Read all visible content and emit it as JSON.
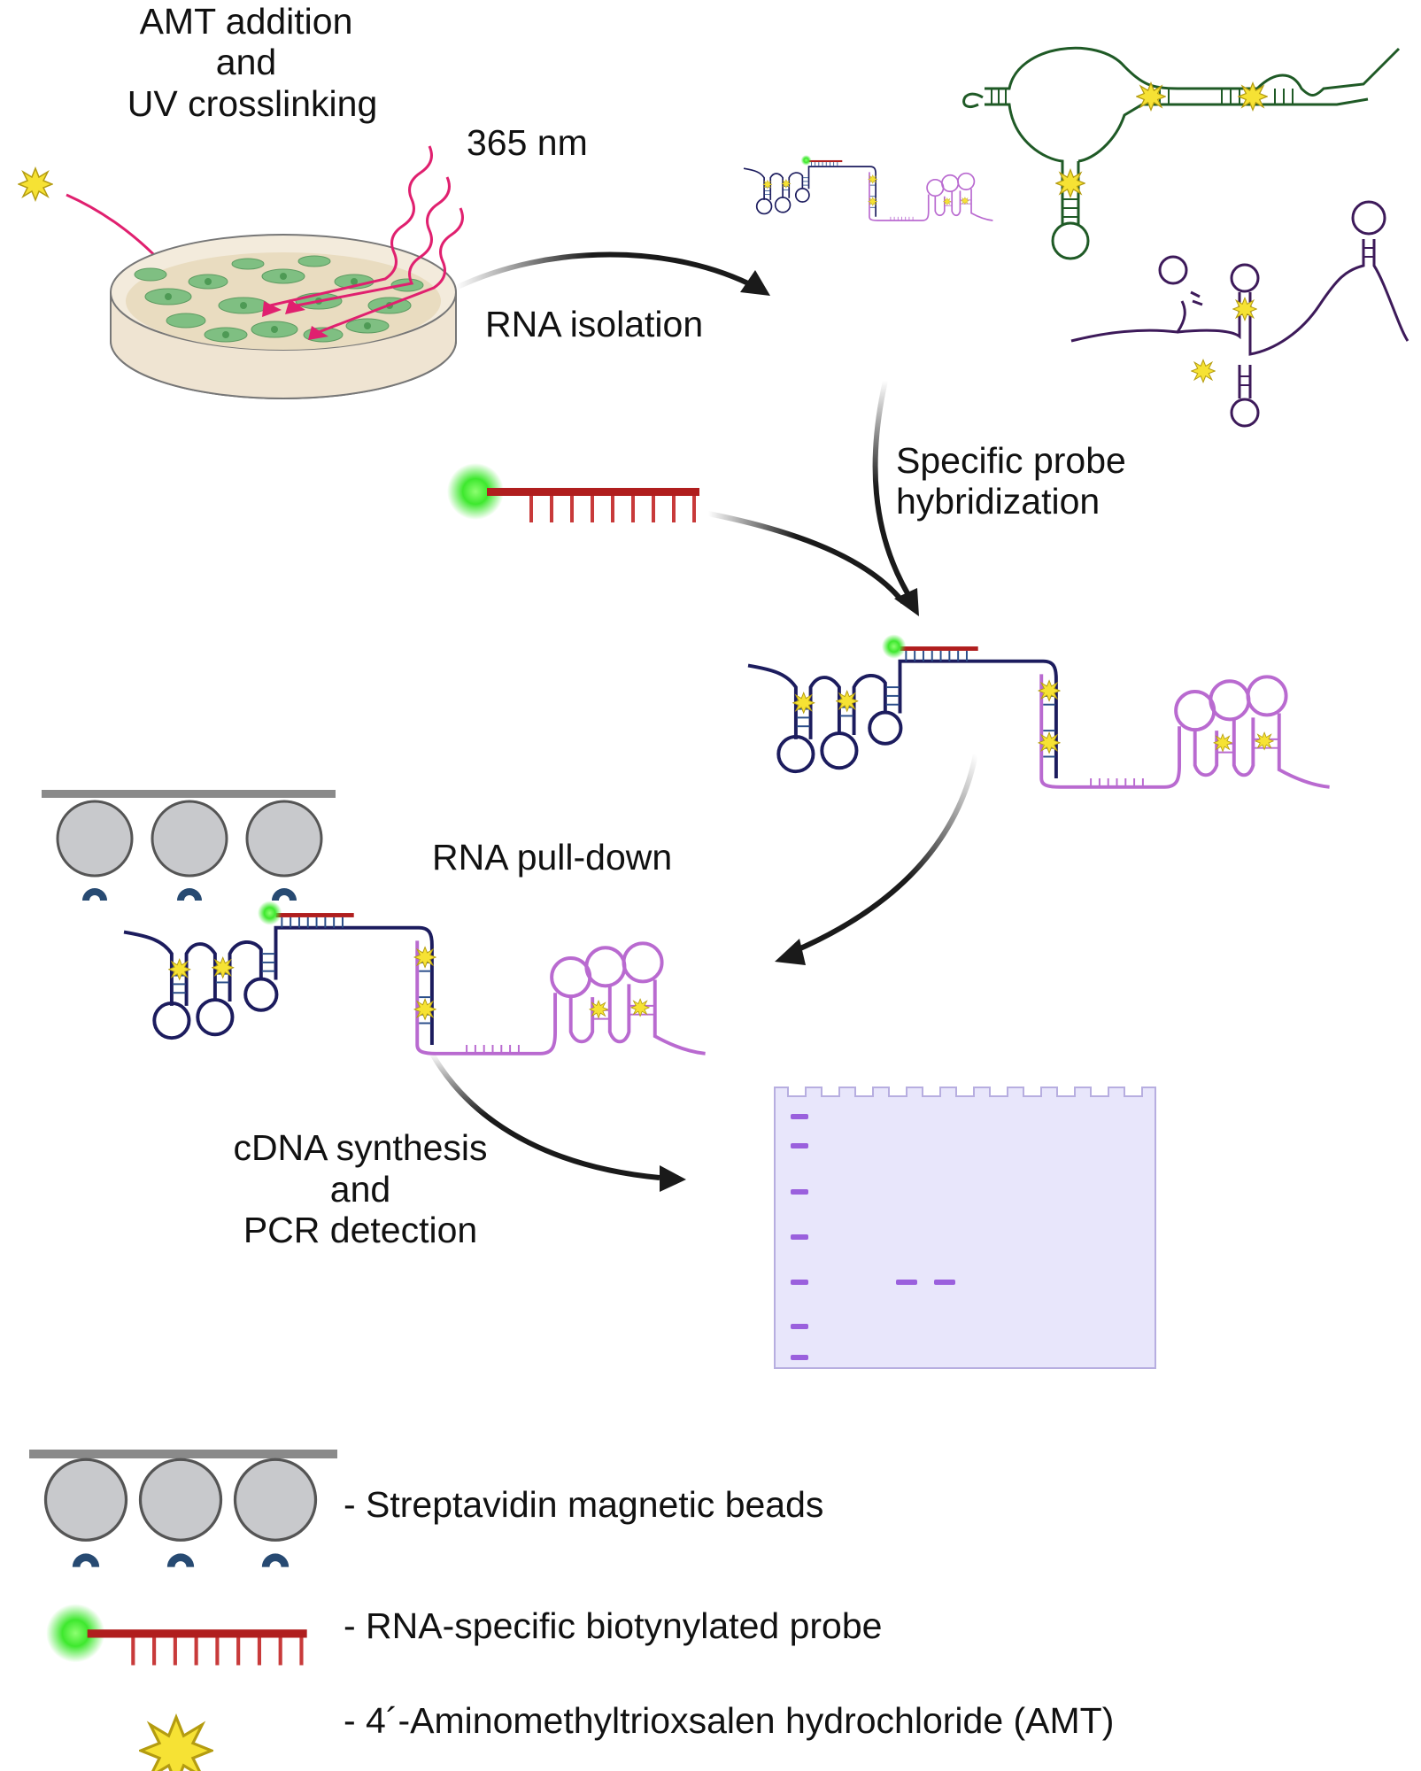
{
  "steps": {
    "amt": [
      "AMT addition",
      "and",
      "UV crosslinking"
    ],
    "uv": "365 nm",
    "isolation": "RNA isolation",
    "hybridization": [
      "Specific probe",
      "hybridization"
    ],
    "pulldown": "RNA pull-down",
    "pcr": [
      "cDNA synthesis",
      "and",
      "PCR detection"
    ]
  },
  "legend": {
    "beads": "- Streptavidin magnetic beads",
    "probe": "- RNA-specific biotynylated probe",
    "amt": "- 4´-Aminomethyltrioxsalen hydrochloride (AMT)"
  },
  "colors": {
    "arrow": "#1a1a1a",
    "uv": "#e0206f",
    "rna_dark": "#1c1c5e",
    "rna_pink": "#b96ad0",
    "rna_green": "#1f5a26",
    "rna_purple": "#3d1a5a",
    "probe": "#b01e1e",
    "biotin": "#3ee82e",
    "amt": "#f6e234",
    "bead": "#c8c9cc",
    "streptavidin": "#274a72",
    "gel": "#e8e6fb",
    "band": "#9a60dd"
  },
  "icons": [
    "petri-dish-icon",
    "bead-icon",
    "probe-icon",
    "amt-icon",
    "gel-icon"
  ]
}
